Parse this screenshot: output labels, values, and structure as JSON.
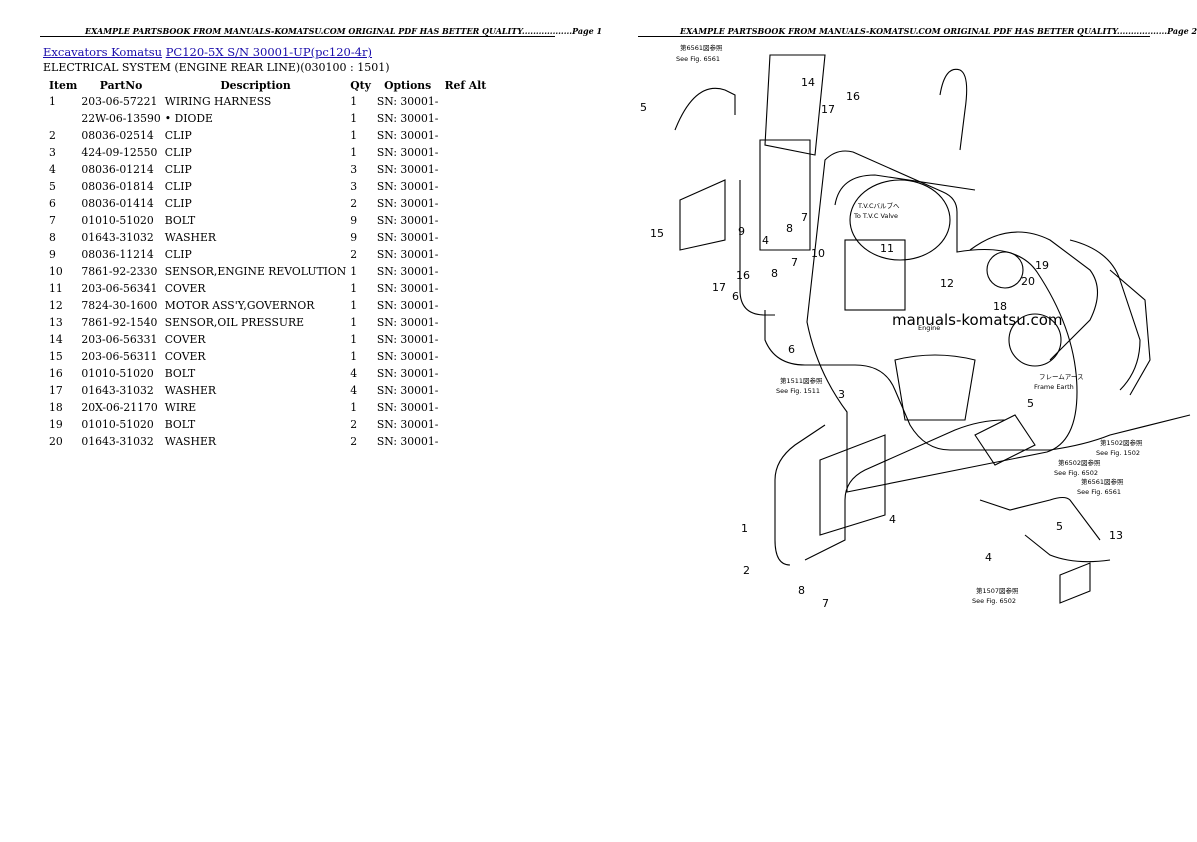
{
  "headers": {
    "page1": "EXAMPLE PARTSBOOK FROM MANUALS-KOMATSU.COM ORIGINAL PDF HAS BETTER QUALITY..................Page 1",
    "page2": "EXAMPLE PARTSBOOK FROM MANUALS-KOMATSU.COM ORIGINAL PDF HAS BETTER QUALITY..................Page 2"
  },
  "breadcrumb": {
    "link1": "Excavators Komatsu",
    "link2": "PC120-5X S/N 30001-UP(pc120-4r)"
  },
  "section_title": "ELECTRICAL SYSTEM (ENGINE REAR LINE)(030100 : 1501)",
  "table": {
    "headers": [
      "Item",
      "PartNo",
      "Description",
      "Qty",
      "Options",
      "Ref Alt"
    ],
    "rows": [
      [
        "1",
        "203-06-57221",
        "WIRING HARNESS",
        "1",
        "SN: 30001-",
        ""
      ],
      [
        "",
        "22W-06-13590",
        "• DIODE",
        "1",
        "SN: 30001-",
        ""
      ],
      [
        "2",
        "08036-02514",
        "CLIP",
        "1",
        "SN: 30001-",
        ""
      ],
      [
        "3",
        "424-09-12550",
        "CLIP",
        "1",
        "SN: 30001-",
        ""
      ],
      [
        "4",
        "08036-01214",
        "CLIP",
        "3",
        "SN: 30001-",
        ""
      ],
      [
        "5",
        "08036-01814",
        "CLIP",
        "3",
        "SN: 30001-",
        ""
      ],
      [
        "6",
        "08036-01414",
        "CLIP",
        "2",
        "SN: 30001-",
        ""
      ],
      [
        "7",
        "01010-51020",
        "BOLT",
        "9",
        "SN: 30001-",
        ""
      ],
      [
        "8",
        "01643-31032",
        "WASHER",
        "9",
        "SN: 30001-",
        ""
      ],
      [
        "9",
        "08036-11214",
        "CLIP",
        "2",
        "SN: 30001-",
        ""
      ],
      [
        "10",
        "7861-92-2330",
        "SENSOR,ENGINE REVOLUTION",
        "1",
        "SN: 30001-",
        ""
      ],
      [
        "11",
        "203-06-56341",
        "COVER",
        "1",
        "SN: 30001-",
        ""
      ],
      [
        "12",
        "7824-30-1600",
        "MOTOR ASS'Y,GOVERNOR",
        "1",
        "SN: 30001-",
        ""
      ],
      [
        "13",
        "7861-92-1540",
        "SENSOR,OIL PRESSURE",
        "1",
        "SN: 30001-",
        ""
      ],
      [
        "14",
        "203-06-56331",
        "COVER",
        "1",
        "SN: 30001-",
        ""
      ],
      [
        "15",
        "203-06-56311",
        "COVER",
        "1",
        "SN: 30001-",
        ""
      ],
      [
        "16",
        "01010-51020",
        "BOLT",
        "4",
        "SN: 30001-",
        ""
      ],
      [
        "17",
        "01643-31032",
        "WASHER",
        "4",
        "SN: 30001-",
        ""
      ],
      [
        "18",
        "20X-06-21170",
        "WIRE",
        "1",
        "SN: 30001-",
        ""
      ],
      [
        "19",
        "01010-51020",
        "BOLT",
        "2",
        "SN: 30001-",
        ""
      ],
      [
        "20",
        "01643-31032",
        "WASHER",
        "2",
        "SN: 30001-",
        ""
      ]
    ]
  },
  "diagram": {
    "callouts": {
      "c14": "14",
      "c17a": "17",
      "c16a": "16",
      "c5a": "5",
      "c7a": "7",
      "c8a": "8",
      "c15": "15",
      "c9": "9",
      "c4a": "4",
      "c11": "11",
      "c10": "10",
      "c16b": "16",
      "c17b": "17",
      "c8b": "8",
      "c7b": "7",
      "c6a": "6",
      "c6b": "6",
      "c3": "3",
      "c12": "12",
      "c19": "19",
      "c20": "20",
      "c18": "18",
      "c5b": "5",
      "c1": "1",
      "c2": "2",
      "c8c": "8",
      "c7c": "7",
      "c4b": "4",
      "c4c": "4",
      "c5c": "5",
      "c13": "13"
    },
    "notes": {
      "see6561a_jp": "第6561図参照",
      "see6561a": "See Fig. 6561",
      "tvc_jp": "T.V.Cバルブへ",
      "tvc": "To T.V.C Valve",
      "engine": "Engine",
      "frame_earth_jp": "フレームアース",
      "frame_earth": "Frame Earth",
      "see1511_jp": "第1511図参照",
      "see1511": "See Fig. 1511",
      "see1502_jp": "第1502図参照",
      "see1502": "See Fig. 1502",
      "see6502a_jp": "第6502図参照",
      "see6502a": "See Fig. 6502",
      "see6561b_jp": "第6561図参照",
      "see6561b": "See Fig. 6561",
      "see6502b_jp": "第1507図参照",
      "see6502b": "See Fig. 6502"
    },
    "watermark": "manuals-komatsu.com"
  }
}
